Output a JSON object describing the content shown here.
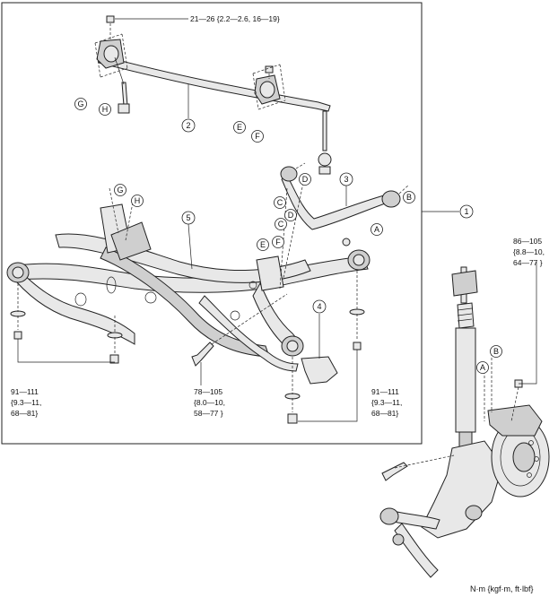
{
  "torque_notes": {
    "stabilizer_nut": "21—26 {2.2—2.6, 16—19}",
    "left_bolts": [
      "91—111",
      "{9.3—11,",
      "68—81}"
    ],
    "center_bolt": [
      "78—105",
      "{8.0—10,",
      "58—77 }"
    ],
    "right_bolts": [
      "91—111",
      "{9.3—11,",
      "68—81}"
    ],
    "knuckle_nut": [
      "86—105",
      "{8.8—10,",
      "64—77 }"
    ]
  },
  "units_note": "N·m {kgf·m, ft·lbf}",
  "callouts": {
    "n1": "1",
    "n2": "2",
    "n3": "3",
    "n4": "4",
    "n5": "5",
    "G_top": "G",
    "H_top": "H",
    "E_top": "E",
    "F_top": "F",
    "D_arm": "D",
    "C_arm": "C",
    "B_arm": "B",
    "A_arm": "A",
    "G_mid": "G",
    "H_mid": "H",
    "C_mid": "C",
    "D_mid": "D",
    "E_mid": "E",
    "F_mid": "F",
    "B_shock": "B",
    "A_shock": "A"
  }
}
